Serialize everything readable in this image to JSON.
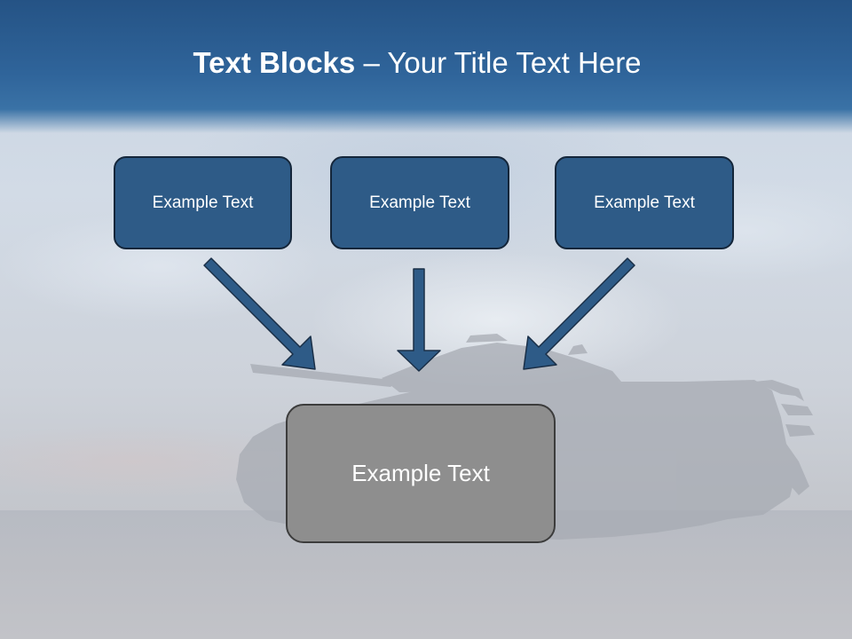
{
  "slide": {
    "title_bold": "Text Blocks",
    "title_dash": "–",
    "title_rest": "Your Title Text Here"
  },
  "blocks": [
    {
      "label": "Example Text"
    },
    {
      "label": "Example Text"
    },
    {
      "label": "Example Text"
    }
  ],
  "center_block": {
    "label": "Example Text"
  },
  "colors": {
    "header": "#2f649a",
    "block_fill": "#2e5b87",
    "block_border": "#14263a",
    "center_fill": "#8e8e8e",
    "arrow_fill": "#2e5b87"
  }
}
